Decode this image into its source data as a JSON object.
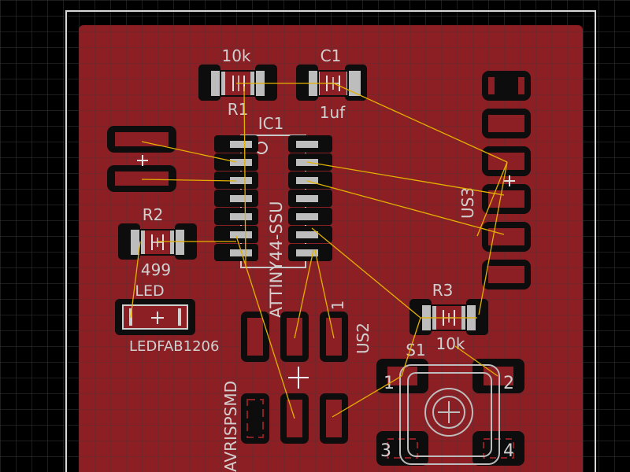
{
  "colors": {
    "background": "#000000",
    "grid": "#3a3a3a",
    "board_outline": "#d8d8d8",
    "copper_pour": "#8c1f23",
    "pad_dark": "#0d0d0d",
    "pad_light": "#bdbdbd",
    "silkscreen": "#d0d0d0",
    "airwire": "#e3b100",
    "origin_cross": "#f0f0f0"
  },
  "labels": {
    "r1_value": "10k",
    "r1_name": "R1",
    "c1_name": "C1",
    "c1_value": "1uf",
    "ic1_name": "IC1",
    "ic1_value": "ATTINY44-SSU",
    "us3_name": "US3",
    "r2_name": "R2",
    "r2_value": "499",
    "led_name": "LED",
    "led_value": "LEDFAB1206",
    "avrisp_value": "AVRISPSMD",
    "us2_name": "US2",
    "us2_pin1": "1",
    "r3_name": "R3",
    "r3_value": "10k",
    "s1_name": "S1",
    "s1_pin1": "1",
    "s1_pin2": "2",
    "s1_pin3": "3",
    "s1_pin4": "4"
  }
}
